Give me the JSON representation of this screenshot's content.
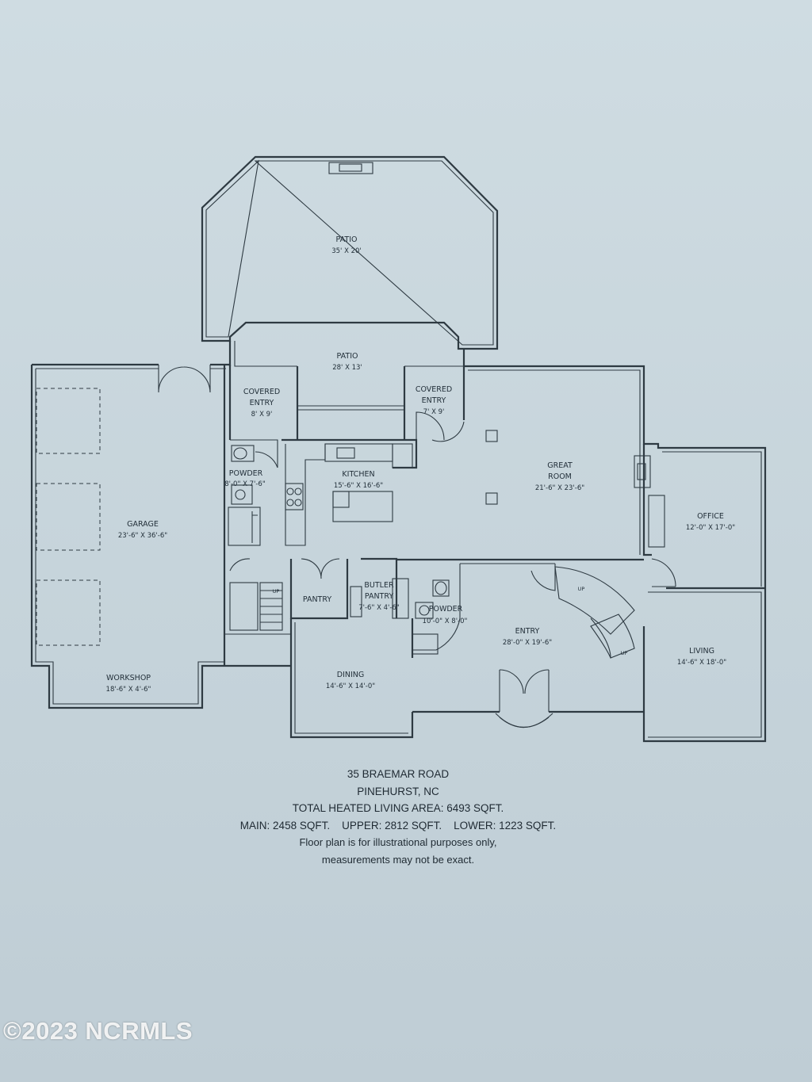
{
  "rooms": [
    {
      "id": "patio-upper",
      "name": "PATIO",
      "dim": "35' X 20'"
    },
    {
      "id": "patio-lower",
      "name": "PATIO",
      "dim": "28' X 13'"
    },
    {
      "id": "covered-entry-left",
      "name": "COVERED",
      "name2": "ENTRY",
      "dim": "8' X 9'"
    },
    {
      "id": "covered-entry-right",
      "name": "COVERED",
      "name2": "ENTRY",
      "dim": "7' X 9'"
    },
    {
      "id": "powder-left",
      "name": "POWDER",
      "dim": "8'-0\" X 7'-6\""
    },
    {
      "id": "kitchen",
      "name": "KITCHEN",
      "dim": "15'-6\" X 16'-6\""
    },
    {
      "id": "great-room",
      "name": "GREAT",
      "name2": "ROOM",
      "dim": "21'-6\" X 23'-6\""
    },
    {
      "id": "garage",
      "name": "GARAGE",
      "dim": "23'-6\" X 36'-6\""
    },
    {
      "id": "office",
      "name": "OFFICE",
      "dim": "12'-0\" X 17'-0\""
    },
    {
      "id": "pantry",
      "name": "PANTRY",
      "dim": ""
    },
    {
      "id": "butler-pantry",
      "name": "BUTLER",
      "name2": "PANTRY",
      "dim": "7'-6\" X 4'-6\""
    },
    {
      "id": "powder-right",
      "name": "POWDER",
      "dim": "10'-0\" X 8'-0\""
    },
    {
      "id": "entry",
      "name": "ENTRY",
      "dim": "28'-0\" X 19'-6\""
    },
    {
      "id": "living",
      "name": "LIVING",
      "dim": "14'-6\" X 18'-0\""
    },
    {
      "id": "workshop",
      "name": "WORKSHOP",
      "dim": "18'-6\" X 4'-6\""
    },
    {
      "id": "dining",
      "name": "DINING",
      "dim": "14'-6\" X 14'-0\""
    }
  ],
  "stairs_label": "UP",
  "caption": {
    "line1": "35 BRAEMAR ROAD",
    "line2": "PINEHURST, NC",
    "line3": "TOTAL HEATED LIVING AREA: 6493 SQFT.",
    "line4": "MAIN: 2458 SQFT.    UPPER: 2812 SQFT.    LOWER: 1223 SQFT.",
    "line5": "Floor plan is for illustrational purposes only,",
    "line6": "measurements may not be exact."
  },
  "watermark": "©2023 NCRMLS",
  "colors": {
    "paper": "#c9d6dc",
    "ink": "#2e3a42"
  }
}
